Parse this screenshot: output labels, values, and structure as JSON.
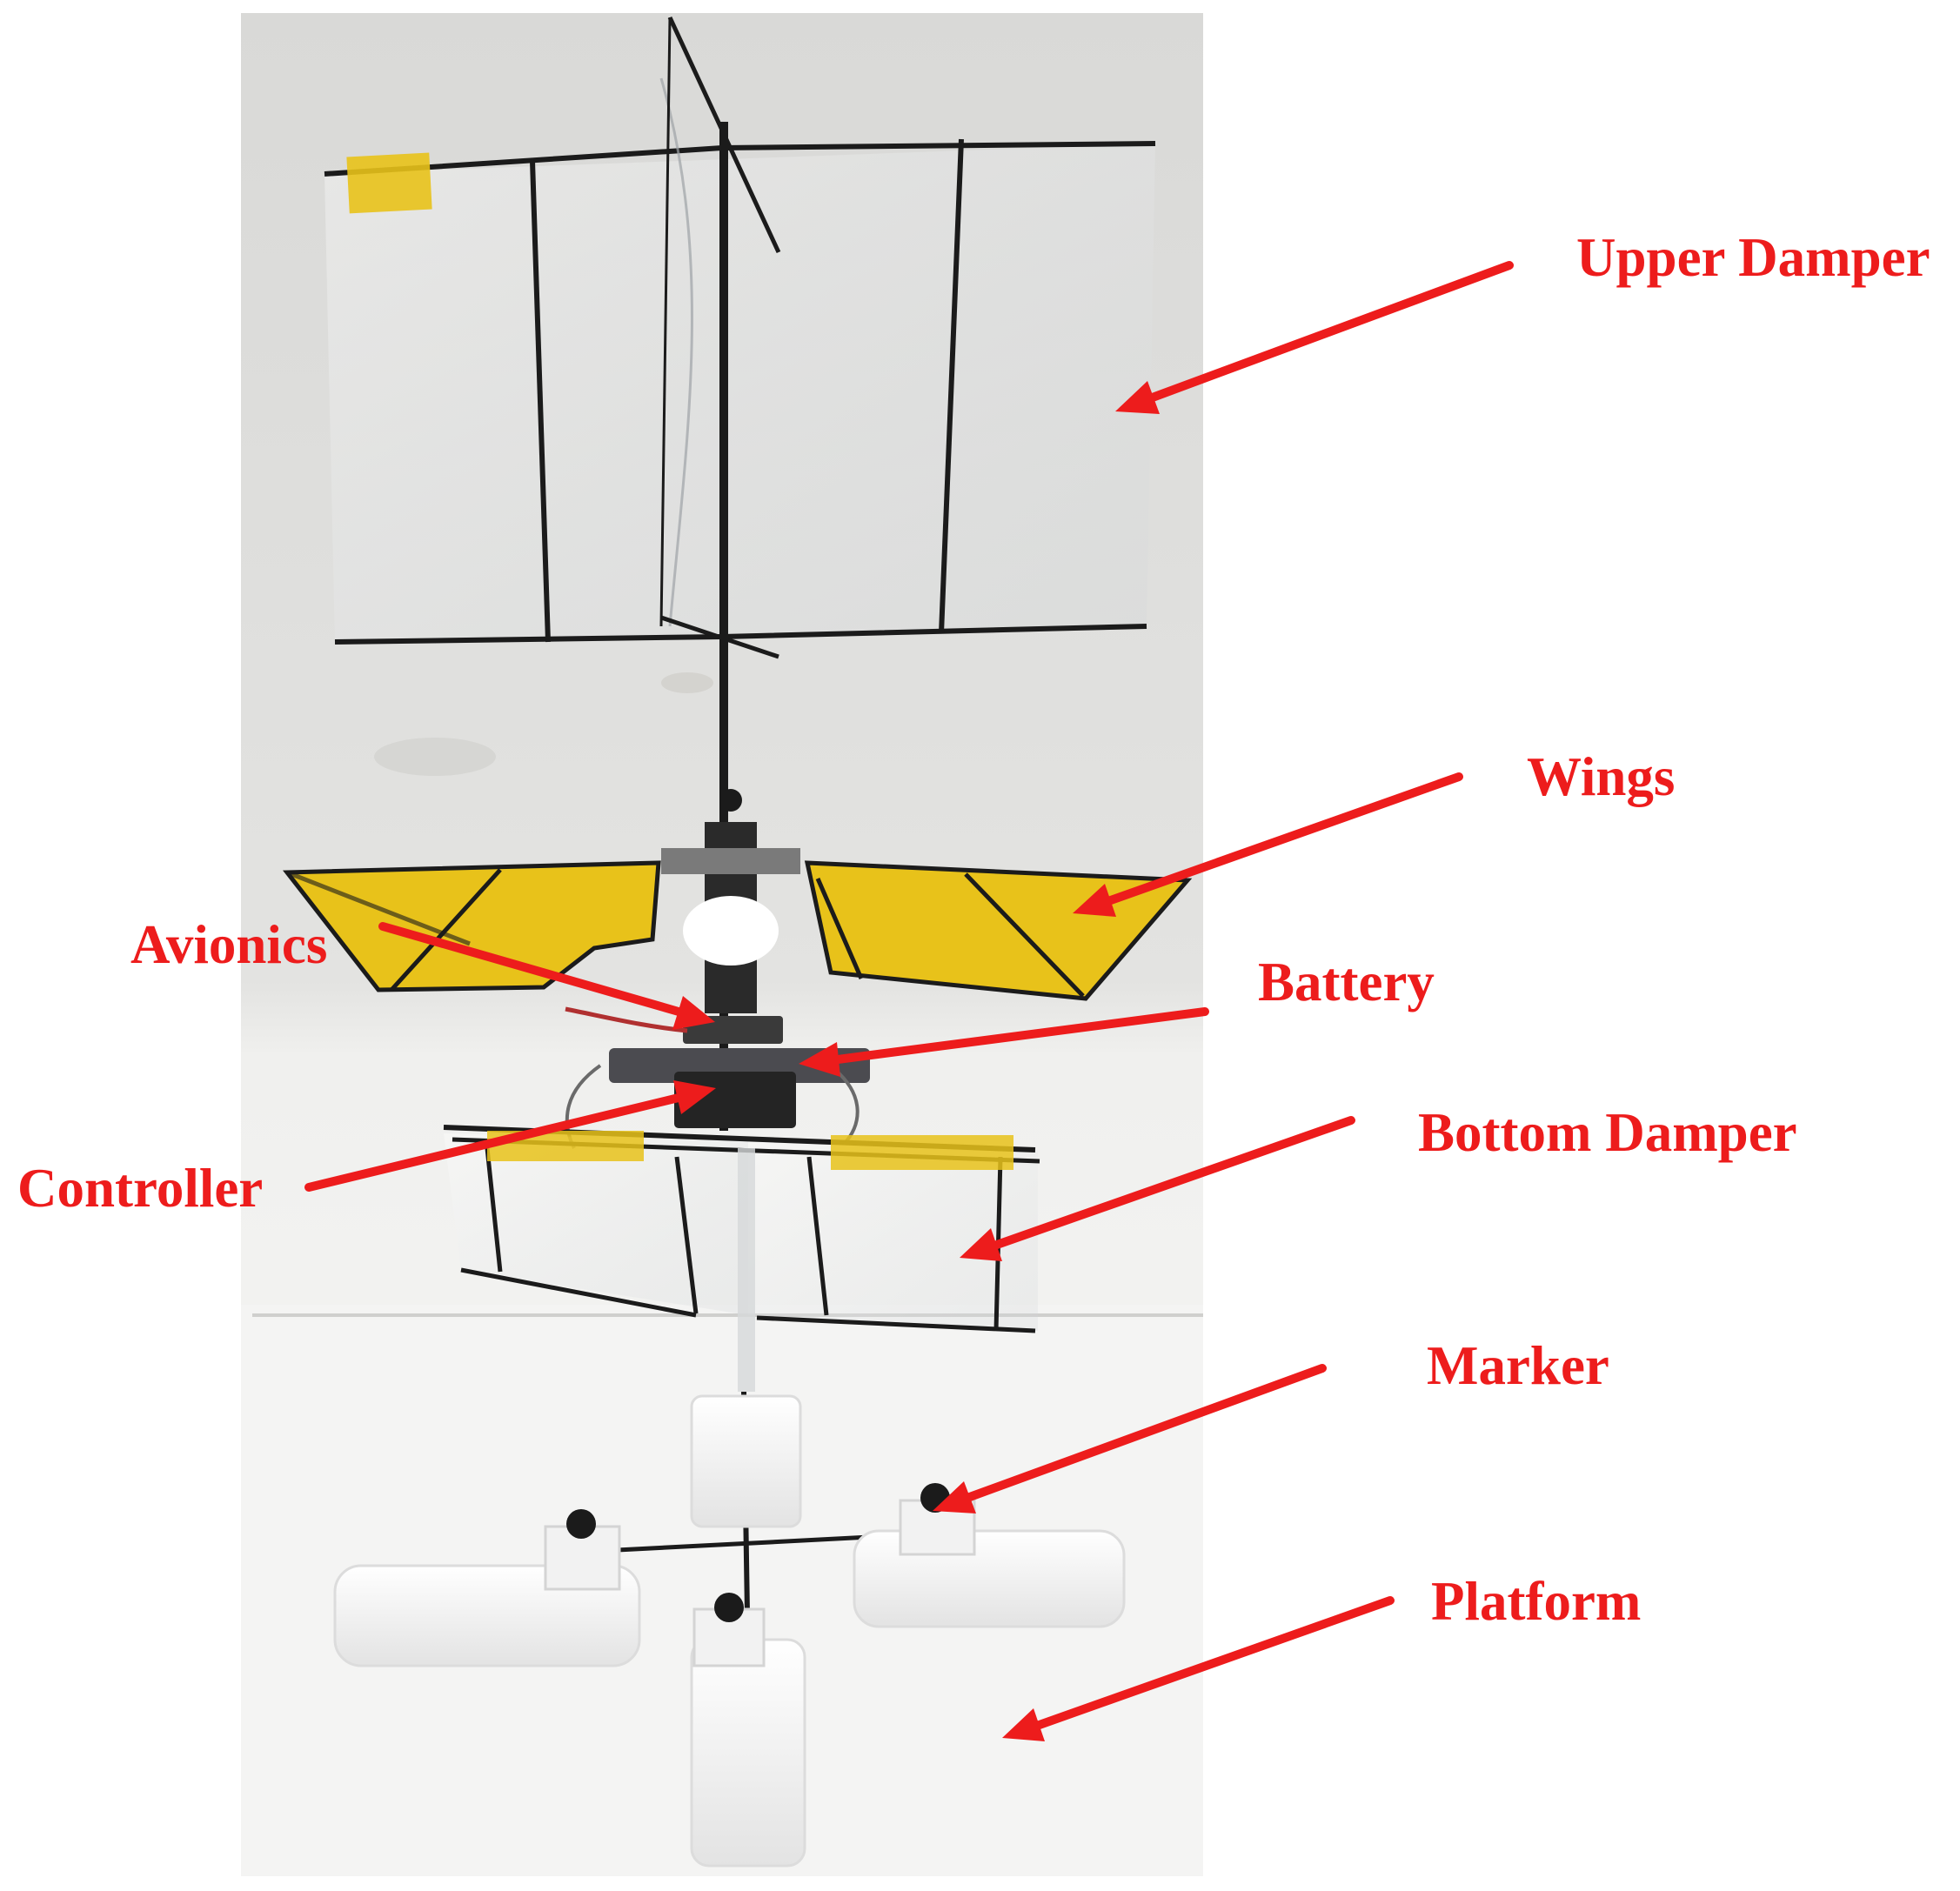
{
  "annotation_color": "#ed1c1c",
  "wing_color": "#e8c21a",
  "labels": {
    "upper_damper": "Upper Damper",
    "wings": "Wings",
    "avionics": "Avionics",
    "battery": "Battery",
    "bottom_damper": "Bottom Damper",
    "controller": "Controller",
    "marker": "Marker",
    "platform": "Platform"
  }
}
